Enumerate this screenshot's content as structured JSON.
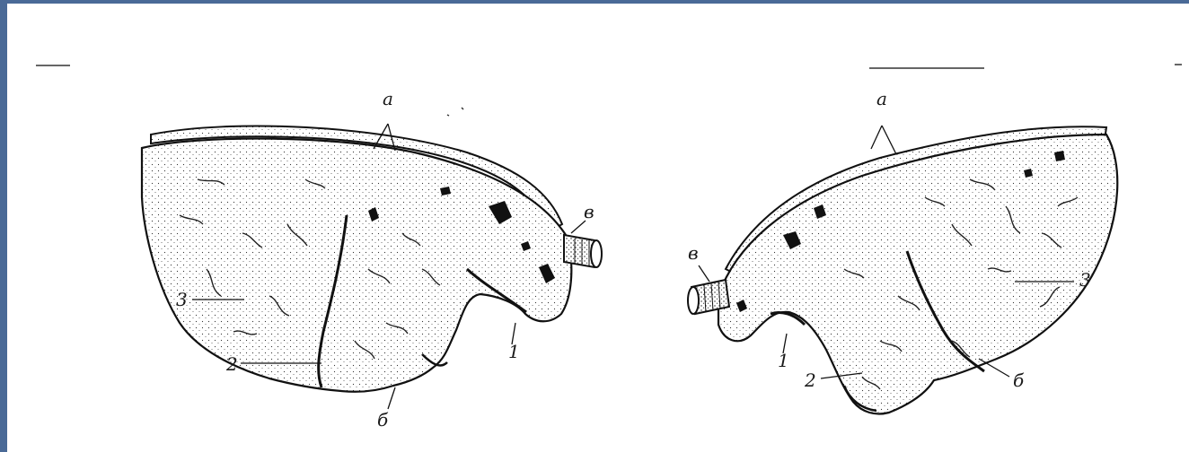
{
  "colors": {
    "frame": "#4a6a97",
    "ink": "#1a1a1a",
    "paper": "#ffffff"
  },
  "figure": {
    "left_lung": {
      "labels": {
        "a": "а",
        "v": "в",
        "three": "3",
        "two": "2",
        "one": "1",
        "b": "б"
      }
    },
    "right_lung": {
      "labels": {
        "a": "а",
        "v": "в",
        "three": "3",
        "two": "2",
        "one": "1",
        "b": "б"
      }
    }
  }
}
